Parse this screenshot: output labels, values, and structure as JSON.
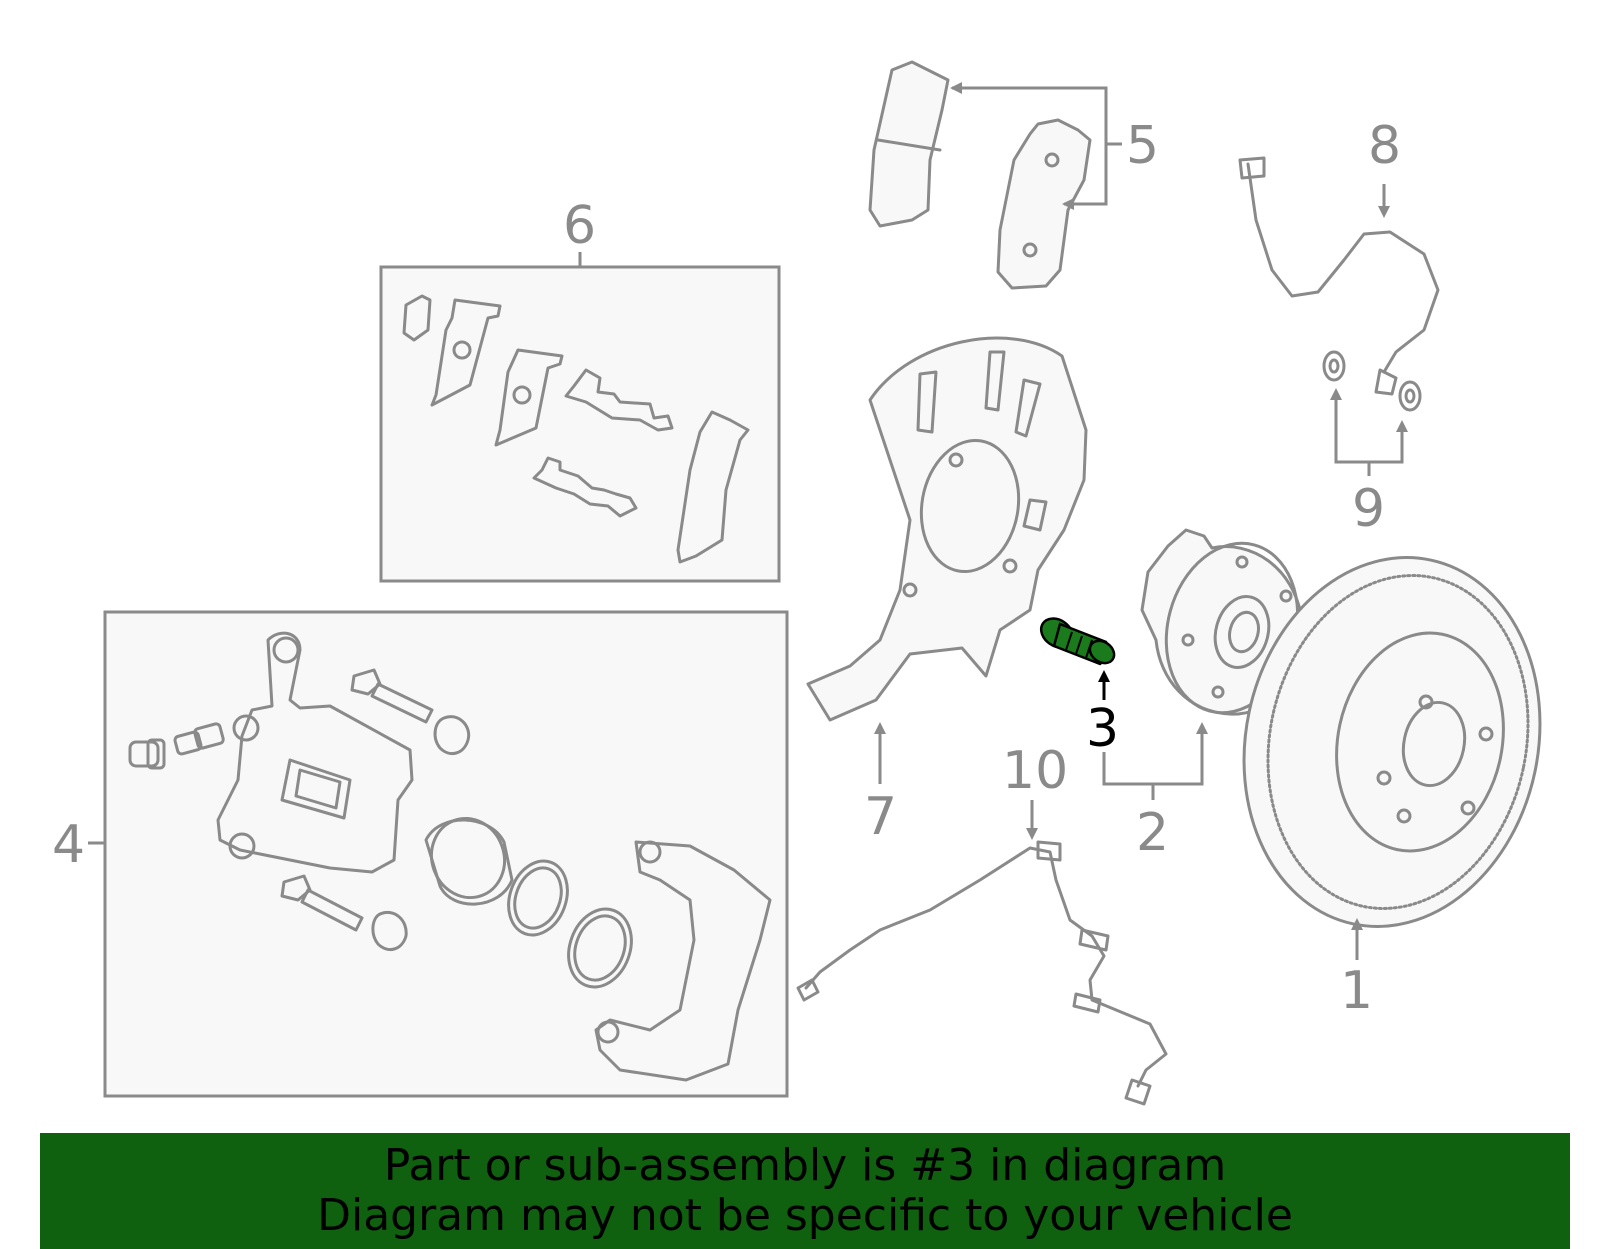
{
  "colors": {
    "linework": "#8a8a8a",
    "highlight_part": "#1b7a1b",
    "highlight_label": "#000000",
    "banner_bg": "#0f600f",
    "banner_text": "#000000",
    "box_fill": "#f8f8f8"
  },
  "callouts": {
    "c1": "1",
    "c2": "2",
    "c3": "3",
    "c4": "4",
    "c5": "5",
    "c6": "6",
    "c7": "7",
    "c8": "8",
    "c9": "9",
    "c10": "10"
  },
  "highlighted_callout": "3",
  "banner": {
    "line1": "Part or sub-assembly is #3 in diagram",
    "line2": "Diagram may not be specific to your vehicle"
  }
}
